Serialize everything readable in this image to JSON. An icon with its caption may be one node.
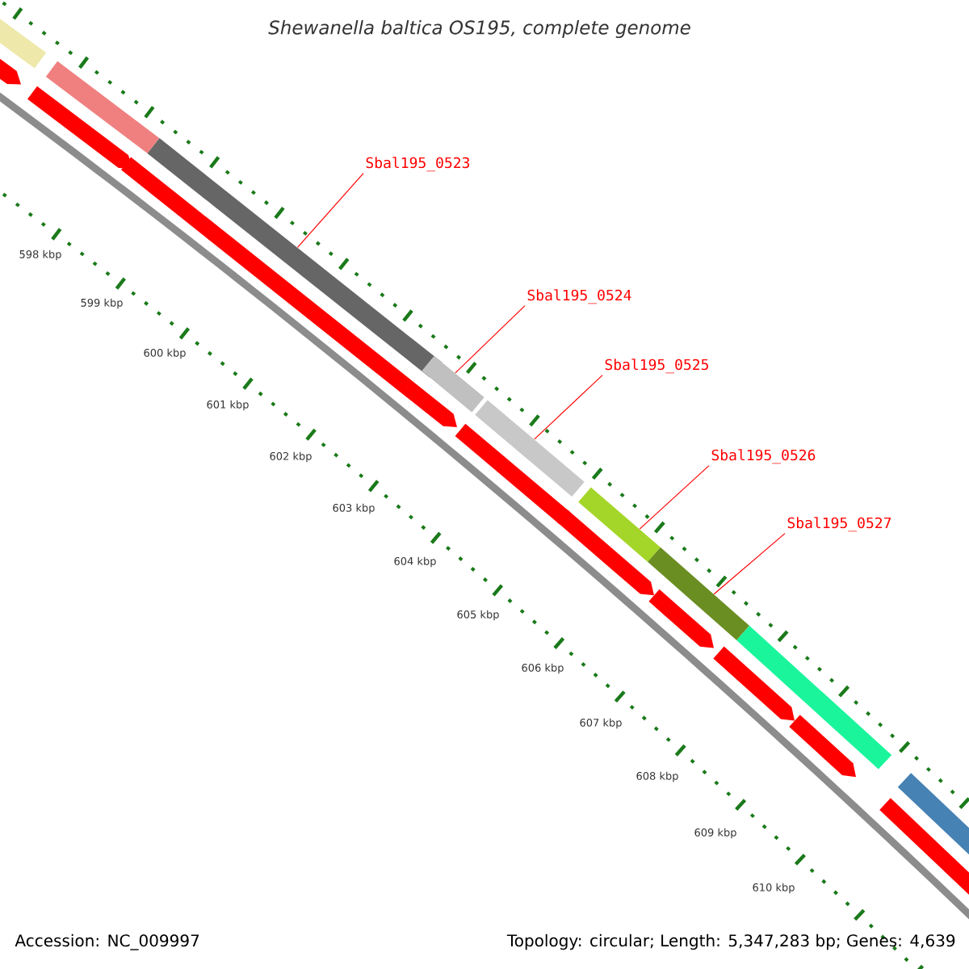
{
  "diagram": {
    "title": "Shewanella baltica OS195, complete genome",
    "nodes": [
      {
        "text": [
          "Sbal195_0523"
        ]
      },
      {
        "text": [
          "Sbal195_0524"
        ]
      },
      {
        "text": [
          "Sbal195_0525"
        ]
      },
      {
        "text": [
          "Sbal195_0526"
        ]
      },
      {
        "text": [
          "Sbal195_0527"
        ]
      },
      {
        "text": [],
        "shape": "bar"
      },
      {
        "text": [],
        "shape": "bar"
      },
      {
        "text": [],
        "shape": "bar"
      },
      {
        "text": [],
        "shape": "bar"
      },
      {
        "text": [],
        "shape": "bar"
      }
    ],
    "edges": [
      {
        "from": 0,
        "to": 5,
        "arrow": "none"
      },
      {
        "from": 1,
        "to": 6,
        "arrow": "none"
      },
      {
        "from": 2,
        "to": 7,
        "arrow": "none"
      },
      {
        "from": 3,
        "to": 8,
        "arrow": "none"
      },
      {
        "from": 4,
        "to": 9,
        "arrow": "none"
      }
    ],
    "labels": [
      "598 kbp",
      "599 kbp",
      "600 kbp",
      "601 kbp",
      "602 kbp",
      "603 kbp",
      "604 kbp",
      "605 kbp",
      "606 kbp",
      "607 kbp",
      "608 kbp",
      "609 kbp",
      "610 kbp",
      "Accession: NC_009997",
      "Topology: circular; Length: 5,347,283 bp; Genes: 4,639"
    ]
  }
}
